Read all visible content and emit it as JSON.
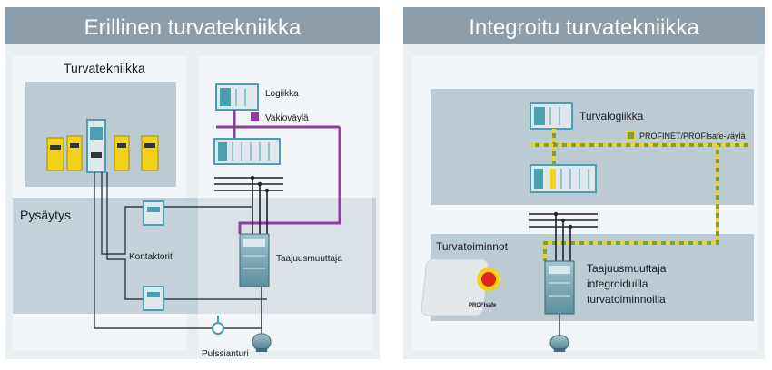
{
  "left_panel": {
    "title": "Erillinen turvatekniikka",
    "safety_tech_label": "Turvatekniikka",
    "stop_label": "Pysäytys",
    "logic_label": "Logiikka",
    "bus_label": "Vakioväylä",
    "contactors_label": "Kontaktorit",
    "drive_label": "Taajuusmuuttaja",
    "encoder_label": "Pulssianturi"
  },
  "right_panel": {
    "title": "Integroitu turvatekniikka",
    "safety_logic_label": "Turvalogiikka",
    "bus_label": "PROFINET/PROFIsafe-väylä",
    "safety_functions_label": "Turvatoiminnot",
    "drive_label_lines": [
      "Taajuusmuuttaja",
      "integroiduilla",
      "turvatoiminnoilla"
    ],
    "estop_badge": "PROFIsafe"
  },
  "colors": {
    "title_bar": "#8c9eab",
    "panel_bg": "#e8eef1",
    "zone_bg": "#bccbd3",
    "standard_bus": "#8a3f9e",
    "profisafe_bus_green": "#7ba23a",
    "profisafe_bus_yellow": "#e6d23c",
    "device_teal": "#4a9fb0",
    "device_yellow": "#f2d21a"
  }
}
